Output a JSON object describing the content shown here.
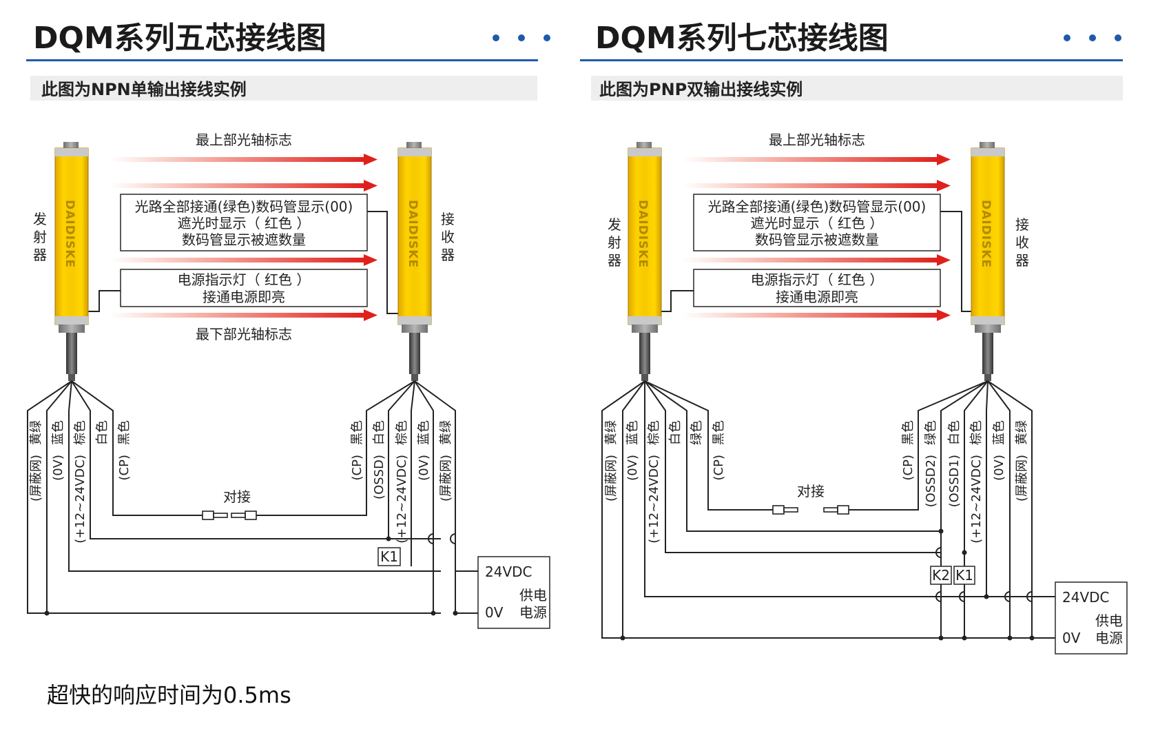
{
  "colors": {
    "accent_blue": "#1f5aa8",
    "arrow_red": "#e0201b",
    "bar_yellow": "#f5c800",
    "bar_gray": "#8a8a8a"
  },
  "panels": [
    {
      "title": "DQM系列五芯接线图",
      "subtitle": "此图为NPN单输出接线实例",
      "top_axis": "最上部光轴标志",
      "bottom_axis": "最下部光轴标志",
      "info_box": [
        "光路全部接通(绿色)数码管显示(00)",
        "遮光时显示（ 红色 ）",
        "数码管显示被遮数量"
      ],
      "power_box": [
        "电源指示灯（ 红色 ）",
        "接通电源即亮"
      ],
      "emitter_label": "发射器",
      "receiver_label": "接收器",
      "brand": "DAIDISKE",
      "tx_wires": [
        {
          "color": "黄绿",
          "signal": "(屏蔽网)"
        },
        {
          "color": "蓝色",
          "signal": "(0V)"
        },
        {
          "color": "棕色",
          "signal": "(+12~24VDC)"
        },
        {
          "color": "白色",
          "signal": ""
        },
        {
          "color": "黑色",
          "signal": "(CP)"
        }
      ],
      "rx_wires": [
        {
          "color": "黑色",
          "signal": "(CP)"
        },
        {
          "color": "白色",
          "signal": "(OSSD)"
        },
        {
          "color": "棕色",
          "signal": "(+12~24VDC)"
        },
        {
          "color": "蓝色",
          "signal": "(0V)"
        },
        {
          "color": "黄绿",
          "signal": "(屏蔽网)"
        }
      ],
      "connect_label": "对接",
      "relays": [
        "K1"
      ],
      "supply": {
        "v24": "24VDC",
        "v0": "0V",
        "name1": "供电",
        "name2": "电源"
      }
    },
    {
      "title": "DQM系列七芯接线图",
      "subtitle": "此图为PNP双输出接线实例",
      "top_axis": "最上部光轴标志",
      "info_box": [
        "光路全部接通(绿色)数码管显示(00)",
        "遮光时显示（ 红色 ）",
        "数码管显示被遮数量"
      ],
      "power_box": [
        "电源指示灯（ 红色 ）",
        "接通电源即亮"
      ],
      "emitter_label": "发射器",
      "receiver_label": "接收器",
      "brand": "DAIDISKE",
      "tx_wires": [
        {
          "color": "黄绿",
          "signal": "(屏蔽网)"
        },
        {
          "color": "蓝色",
          "signal": "(0V)"
        },
        {
          "color": "棕色",
          "signal": "(+12~24VDC)"
        },
        {
          "color": "白色",
          "signal": ""
        },
        {
          "color": "绿色",
          "signal": ""
        },
        {
          "color": "黑色",
          "signal": "(CP)"
        }
      ],
      "rx_wires": [
        {
          "color": "黑色",
          "signal": "(CP)"
        },
        {
          "color": "绿色",
          "signal": "(OSSD2)"
        },
        {
          "color": "白色",
          "signal": "(OSSD1)"
        },
        {
          "color": "棕色",
          "signal": "(+12~24VDC)"
        },
        {
          "color": "蓝色",
          "signal": "(0V)"
        },
        {
          "color": "黄绿",
          "signal": "(屏蔽网)"
        }
      ],
      "connect_label": "对接",
      "relays": [
        "K2",
        "K1"
      ],
      "supply": {
        "v24": "24VDC",
        "v0": "0V",
        "name1": "供电",
        "name2": "电源"
      }
    }
  ],
  "footer": "超快的响应时间为0.5ms"
}
